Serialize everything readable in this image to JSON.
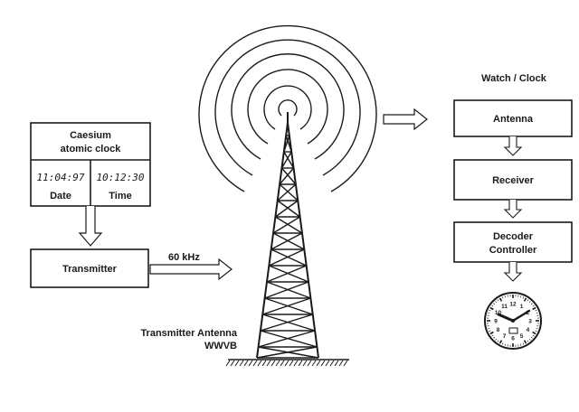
{
  "source": {
    "clock_title_line1": "Caesium",
    "clock_title_line2": "atomic clock",
    "date_display": "11:04:97",
    "time_display": "10:12:30",
    "date_label": "Date",
    "time_label": "Time",
    "transmitter_label": "Transmitter",
    "frequency_label": "60 kHz"
  },
  "antenna": {
    "label_line1": "Transmitter Antenna",
    "label_line2": "WWVB"
  },
  "receiver_chain": {
    "title": "Watch / Clock",
    "antenna_label": "Antenna",
    "receiver_label": "Receiver",
    "decoder_line1": "Decoder",
    "decoder_line2": "Controller"
  },
  "clock_face": {
    "numerals": [
      "12",
      "1",
      "2",
      "3",
      "4",
      "5",
      "6",
      "7",
      "8",
      "9",
      "10",
      "11"
    ]
  },
  "colors": {
    "ink": "#1a1a1a",
    "paper": "#ffffff"
  }
}
